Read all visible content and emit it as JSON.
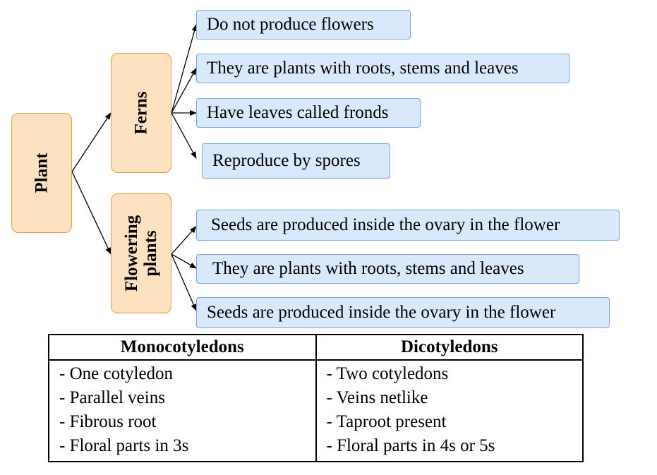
{
  "diagram": {
    "root": "Plant",
    "branches": [
      {
        "id": "ferns",
        "label": "Ferns",
        "facts": [
          "Do not produce flowers",
          "They are plants with roots, stems and leaves",
          "Have leaves called fronds",
          "Reproduce by spores"
        ]
      },
      {
        "id": "flowering",
        "label_lines": [
          "Flowering",
          "plants"
        ],
        "facts": [
          "Seeds are produced inside the ovary in the flower",
          "They are plants with roots, stems and leaves",
          "Seeds are produced inside the ovary in the flower"
        ]
      }
    ]
  },
  "comparison_table": {
    "headers": [
      "Monocotyledons",
      "Dicotyledons"
    ],
    "columns": [
      [
        "- One cotyledon",
        "- Parallel veins",
        "- Fibrous root",
        "- Floral parts in 3s"
      ],
      [
        "- Two cotyledons",
        "- Veins netlike",
        "- Taproot present",
        "- Floral parts in 4s or 5s"
      ]
    ]
  },
  "colors": {
    "node_fill": "#fde2c1",
    "node_border": "#e0a24a",
    "leaf_fill": "#dae8fc",
    "leaf_border": "#7ea6e0",
    "arrow": "#000000"
  }
}
